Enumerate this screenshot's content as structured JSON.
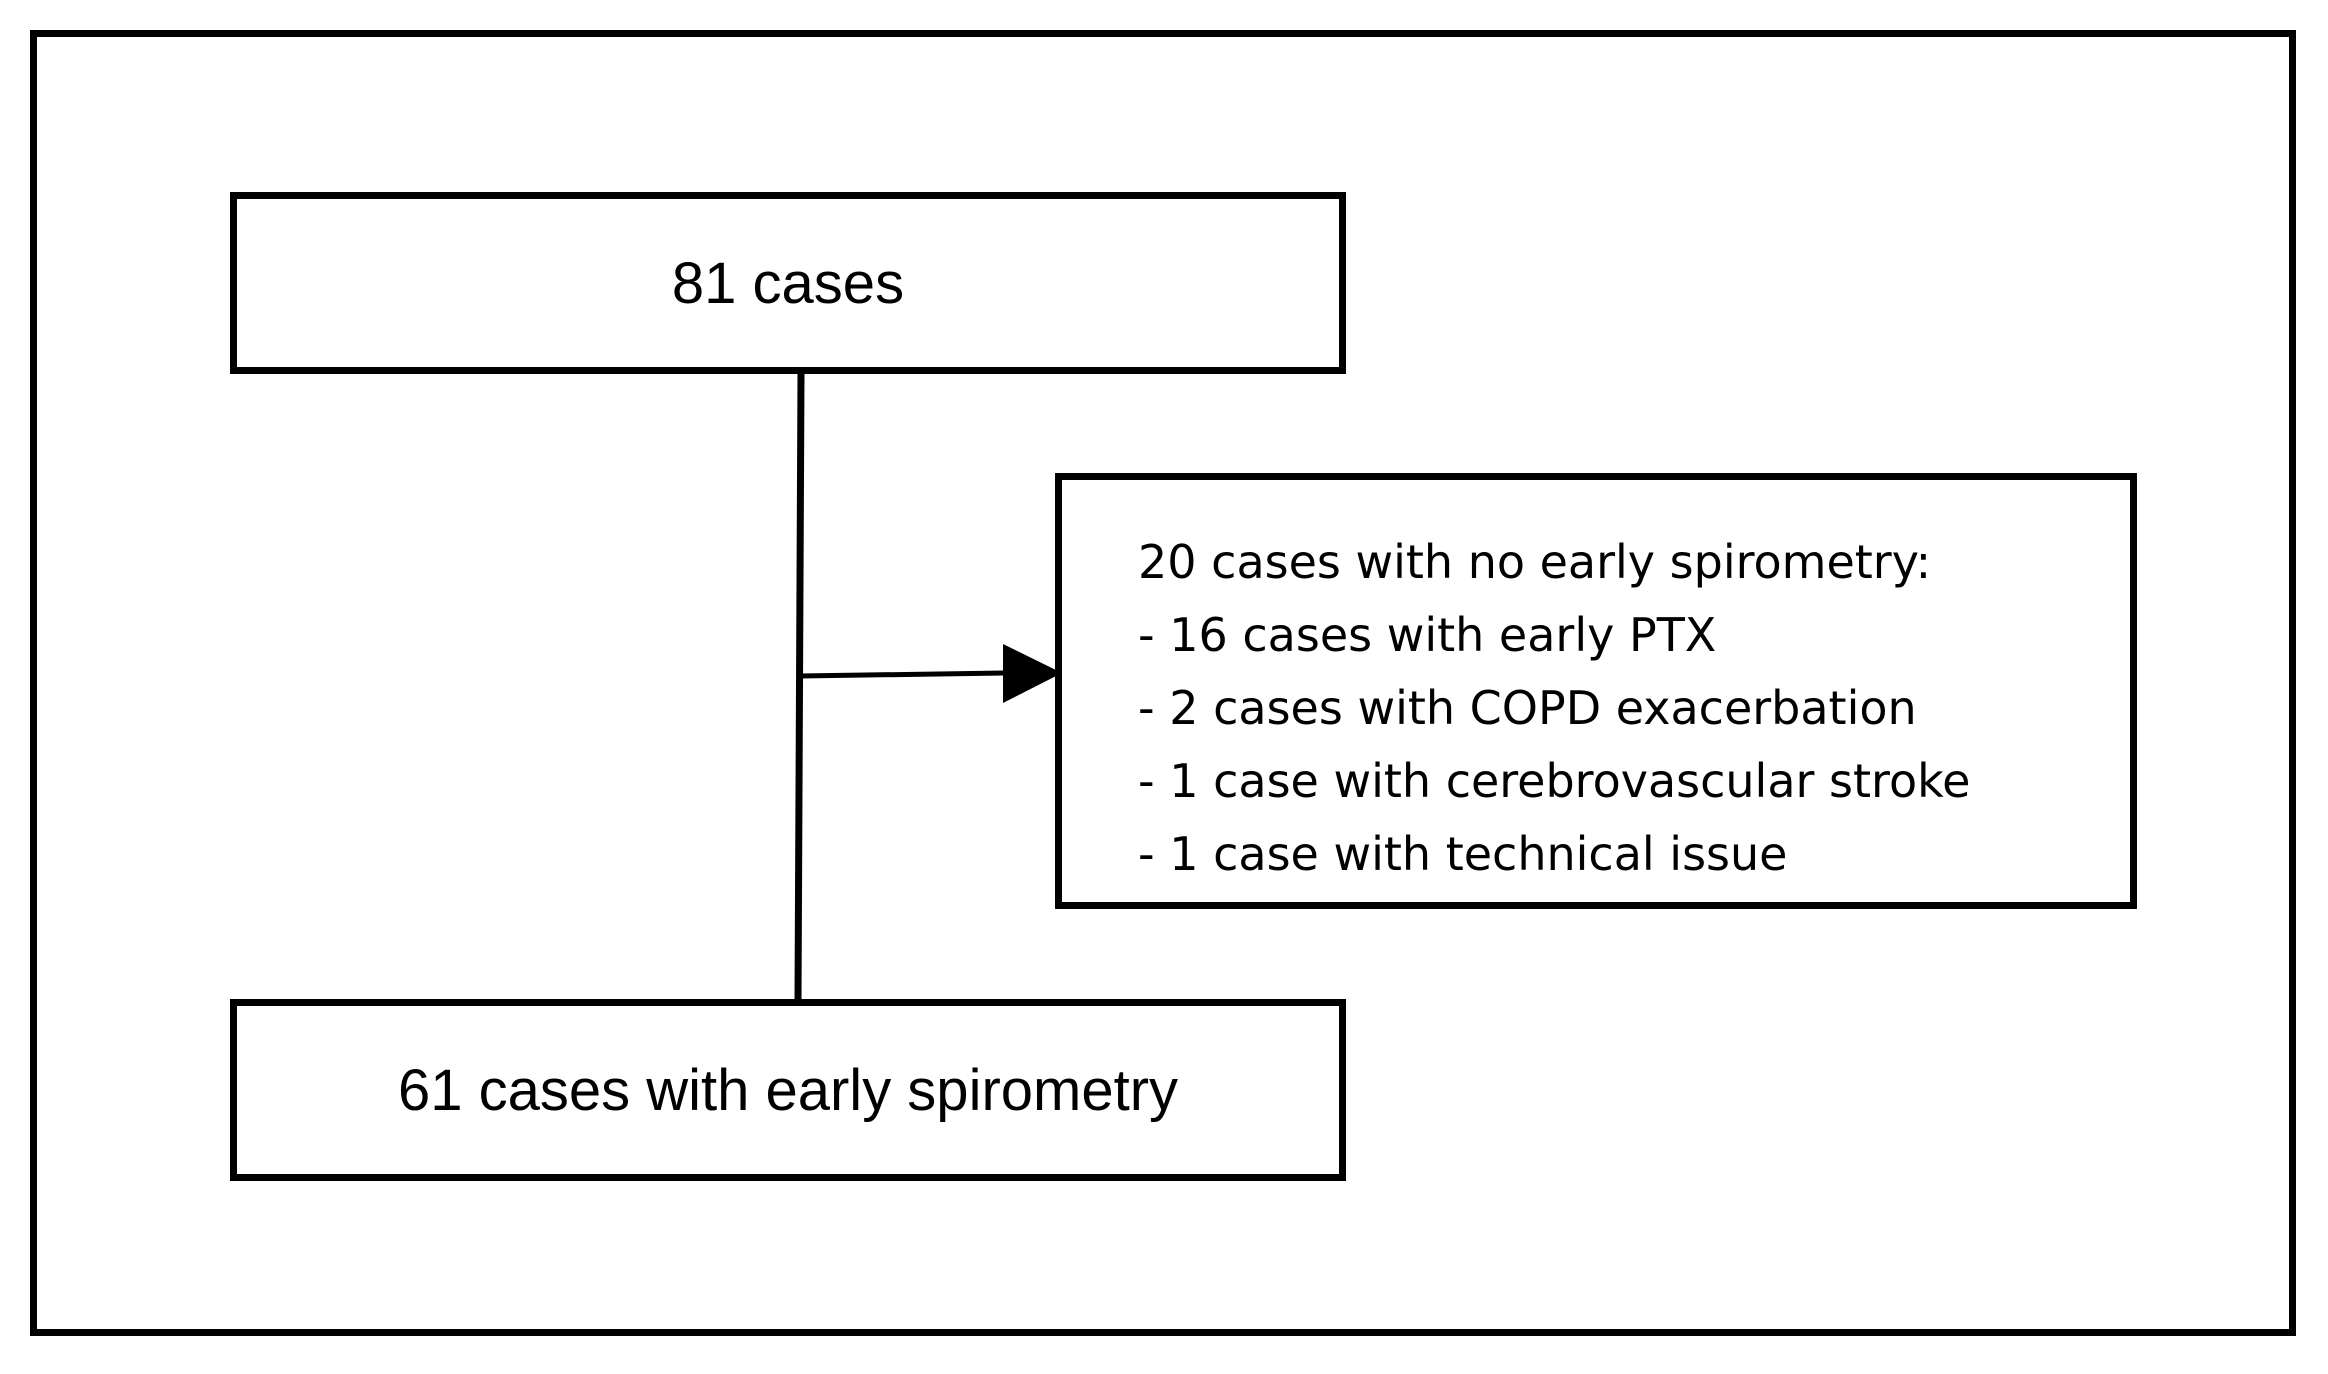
{
  "flowchart": {
    "start_box": {
      "label": "81 cases"
    },
    "exclusion_box": {
      "title": "20 cases with no early spirometry:",
      "items": [
        "- 16 cases with early PTX",
        "- 2 cases with COPD exacerbation",
        "- 1 case with cerebrovascular stroke",
        "- 1 case with technical issue"
      ]
    },
    "end_box": {
      "label": "61 cases with early spirometry"
    }
  },
  "colors": {
    "stroke": "#000000",
    "background": "#ffffff"
  }
}
